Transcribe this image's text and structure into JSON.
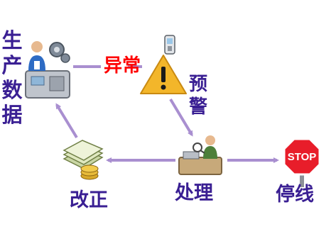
{
  "nodes": {
    "production_data": {
      "label": "生产数据",
      "chars": [
        "生",
        "产",
        "数",
        "据"
      ]
    },
    "anomaly": {
      "label": "异常"
    },
    "warning": {
      "label": "预警",
      "chars": [
        "预",
        "警"
      ]
    },
    "handling": {
      "label": "处理"
    },
    "correction": {
      "label": "改正"
    },
    "shutdown": {
      "label": "停线"
    }
  },
  "stop_sign": {
    "text": "STOP"
  },
  "colors": {
    "arrow": "#a98fd0",
    "label": "#3a1f93",
    "anomaly_label": "#ff0000",
    "warning_fill": "#f3b62a",
    "stop_red": "#e81d2a"
  },
  "icons": {
    "production_data": "worker-machine-icon",
    "anomaly": "warning-triangle-phone-icon",
    "handling": "worker-inspecting-icon",
    "correction": "documents-coins-icon",
    "shutdown": "stop-sign-icon"
  }
}
